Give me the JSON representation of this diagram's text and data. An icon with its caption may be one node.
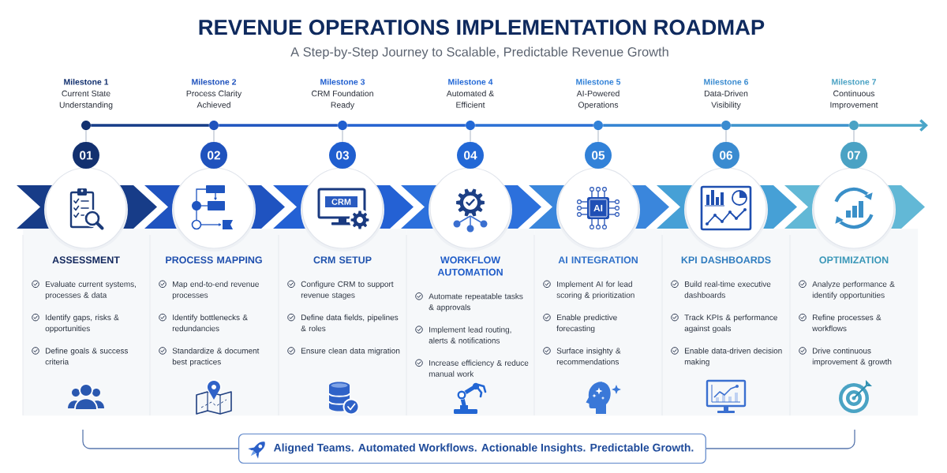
{
  "diagram": {
    "title": "REVENUE OPERATIONS IMPLEMENTATION ROADMAP",
    "nodes": [
      {
        "text": [],
        "shape": "circle",
        "beside": [
          "Milestone 1",
          "Current State Understanding"
        ]
      },
      {
        "text": [],
        "shape": "circle",
        "beside": [
          "Milestone 2",
          "Process Clarity Achieved"
        ]
      },
      {
        "text": [],
        "shape": "circle",
        "beside": [
          "Milestone 3",
          "CRM Foundation Ready"
        ]
      },
      {
        "text": [],
        "shape": "circle",
        "beside": [
          "Milestone 4",
          "Automated & Efficient"
        ]
      },
      {
        "text": [],
        "shape": "circle",
        "beside": [
          "Milestone 5",
          "AI-Powered Operations"
        ]
      },
      {
        "text": [],
        "shape": "circle",
        "beside": [
          "Milestone 6",
          "Data-Driven Visibility"
        ]
      },
      {
        "text": [],
        "shape": "circle",
        "beside": [
          "Milestone 7",
          "Continuous Improvement"
        ]
      },
      {
        "text": [
          "01"
        ]
      },
      {
        "text": [
          "02"
        ]
      },
      {
        "text": [
          "03"
        ]
      },
      {
        "text": [
          "04"
        ]
      },
      {
        "text": [
          "05"
        ]
      },
      {
        "text": [
          "06"
        ]
      },
      {
        "text": [
          "07"
        ]
      },
      {
        "text": [
          "ASSESSMENT",
          "Evaluate current systems, processes & data",
          "Identify gaps, risks & opportunities",
          "Define goals & success criteria"
        ]
      },
      {
        "text": [
          "PROCESS MAPPING",
          "Map end-to-end revenue processes",
          "Identify bottlenecks & redundancies",
          "Standardize & document best practices"
        ]
      },
      {
        "text": [
          "CRM SETUP",
          "Configure CRM to support revenue stages",
          "Define data fields, pipelines & roles",
          "Ensure clean data migration"
        ]
      },
      {
        "text": [
          "WORKFLOW AUTOMATION",
          "Automate repeatable tasks & approvals",
          "Implement lead routing, alerts & notifications",
          "Increase efficiency & reduce manual work"
        ]
      },
      {
        "text": [
          "AI INTEGRATION",
          "Implement AI for lead scoring & prioritization",
          "Enable predictive forecasting",
          "Surface insighty & recommendations"
        ]
      },
      {
        "text": [
          "KPI DASHBOARDS",
          "Build real-time executive dashboards",
          "Track KPIs & performance against goals",
          "Enable data-driven decision making"
        ]
      },
      {
        "text": [
          "OPTIMIZATION",
          "Analyze performance & identify opportunities",
          "Refine processes & workflows",
          "Drive continuous improvement & growth"
        ]
      },
      {
        "text": [
          "Aligned Teams. Automated Workflows. Actionable Insights. Predictable Growth."
        ]
      }
    ],
    "edges": [
      {
        "from": 0,
        "to": 1,
        "arrow": "none",
        "style": "thick",
        "color": "#163c88"
      },
      {
        "from": 1,
        "to": 2,
        "arrow": "none",
        "style": "thick",
        "color": "#1f55bf"
      },
      {
        "from": 2,
        "to": 3,
        "arrow": "none",
        "style": "thick",
        "color": "#2462d0"
      },
      {
        "from": 3,
        "to": 4,
        "arrow": "none",
        "style": "thick",
        "color": "#2b70d4"
      },
      {
        "from": 4,
        "to": 5,
        "arrow": "none",
        "style": "thick",
        "color": "#3383d2"
      },
      {
        "from": 5,
        "to": 6,
        "arrow": "none",
        "style": "thick",
        "color": "#3d93cc"
      },
      {
        "from": 6,
        "to": null,
        "arrow": "to",
        "style": "thick",
        "color": "#4aa5c8"
      },
      {
        "from": 0,
        "to": 7,
        "arrow": "none"
      },
      {
        "from": 1,
        "to": 8,
        "arrow": "none"
      },
      {
        "from": 2,
        "to": 9,
        "arrow": "none"
      },
      {
        "from": 3,
        "to": 10,
        "arrow": "none"
      },
      {
        "from": 4,
        "to": 11,
        "arrow": "none"
      },
      {
        "from": 5,
        "to": 12,
        "arrow": "none"
      },
      {
        "from": 6,
        "to": 13,
        "arrow": "none"
      }
    ],
    "labels": [
      "A Step-by-Step Journey to Scalable, Predictable Revenue Growth",
      "CRM",
      "AI"
    ]
  }
}
